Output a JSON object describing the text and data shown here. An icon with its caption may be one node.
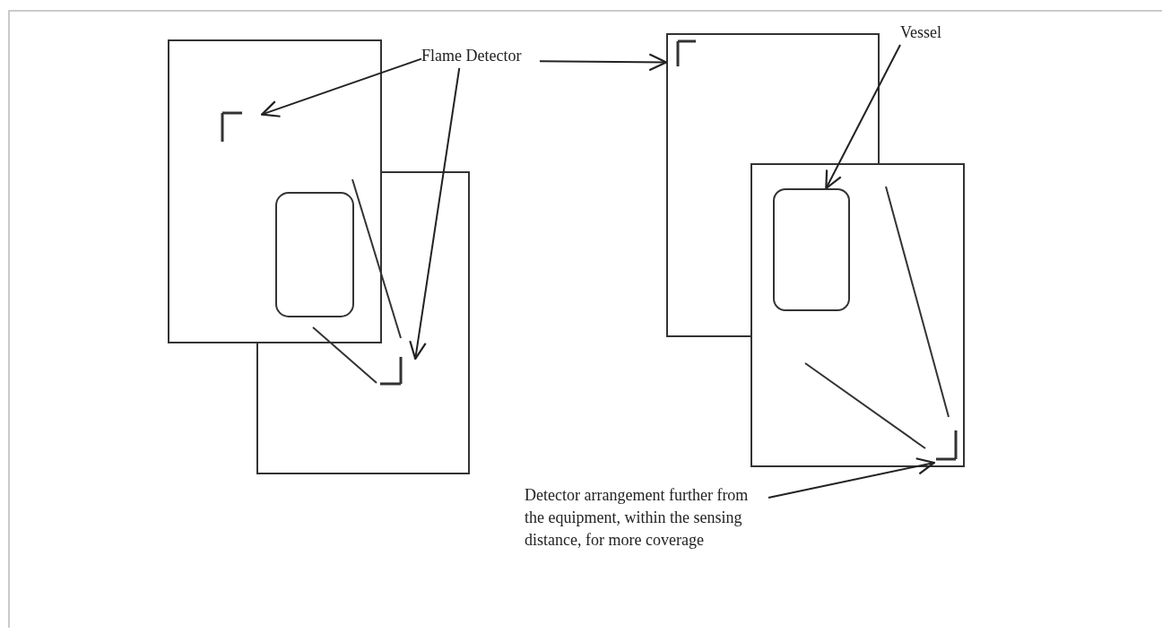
{
  "diagram": {
    "nodes": [
      {
        "text": [
          "Flame Detector"
        ]
      },
      {
        "text": [],
        "shape": "bracket"
      },
      {
        "text": [],
        "shape": "bracket"
      },
      {
        "text": [],
        "shape": "bracket"
      },
      {
        "text": [
          "Vessel"
        ]
      },
      {
        "text": [],
        "shape": "box"
      },
      {
        "text": [
          "Detector arrangement further from the equipment, within the sensing distance, for more coverage"
        ]
      },
      {
        "text": [],
        "shape": "bracket"
      }
    ],
    "edges": [
      {
        "from": 0,
        "to": 1,
        "arrow": "to"
      },
      {
        "from": 0,
        "to": 2,
        "arrow": "to"
      },
      {
        "from": 0,
        "to": 3,
        "arrow": "to"
      },
      {
        "from": 4,
        "to": 5,
        "arrow": "to"
      },
      {
        "from": 6,
        "to": 7,
        "arrow": "to"
      }
    ]
  }
}
